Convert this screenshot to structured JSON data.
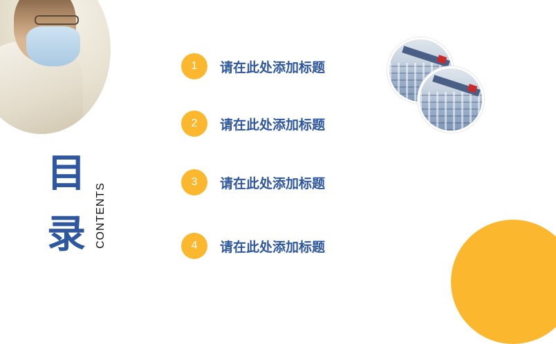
{
  "title": {
    "char_1": "目",
    "char_2": "录",
    "subtitle": "CONTENTS"
  },
  "items": [
    {
      "number": "1",
      "label": "请在此处添加标题"
    },
    {
      "number": "2",
      "label": "请在此处添加标题"
    },
    {
      "number": "3",
      "label": "请在此处添加标题"
    },
    {
      "number": "4",
      "label": "请在此处添加标题"
    }
  ],
  "colors": {
    "accent_blue": "#2e57a0",
    "accent_orange": "#fbb82e"
  },
  "images": [
    "doctor-photo",
    "building-photo-1",
    "building-photo-2"
  ]
}
